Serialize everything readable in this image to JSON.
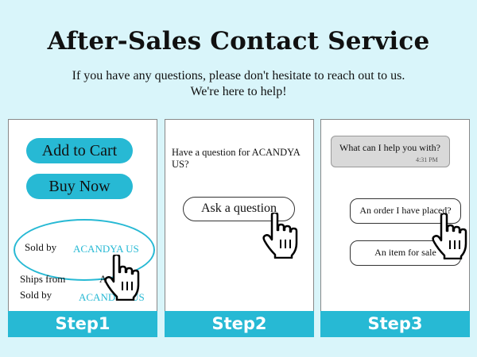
{
  "header": {
    "title": "After-Sales Contact Service",
    "subtitle_line1": "If you have any questions, please don't hesitate to reach out to us.",
    "subtitle_line2": "We're here to help!"
  },
  "step1": {
    "add_to_cart": "Add to Cart",
    "buy_now": "Buy Now",
    "sold_by_label": "Sold by",
    "seller": "ACANDYA US",
    "ships_from_label": "Ships from",
    "ships_from_value": "Amazon",
    "sold_by_label_2": "Sold by",
    "seller_2": "ACANDYA US",
    "step_label": "Step1"
  },
  "step2": {
    "question_text": "Have a question for ACANDYA US?",
    "ask_button": "Ask a question",
    "step_label": "Step2"
  },
  "step3": {
    "chat_message": "What can I help you with?",
    "chat_time": "4:31 PM",
    "option_order": "An order I have placed?",
    "option_item": "An item for sale",
    "step_label": "Step3"
  },
  "colors": {
    "background": "#d9f5fa",
    "accent": "#27b9d4"
  }
}
